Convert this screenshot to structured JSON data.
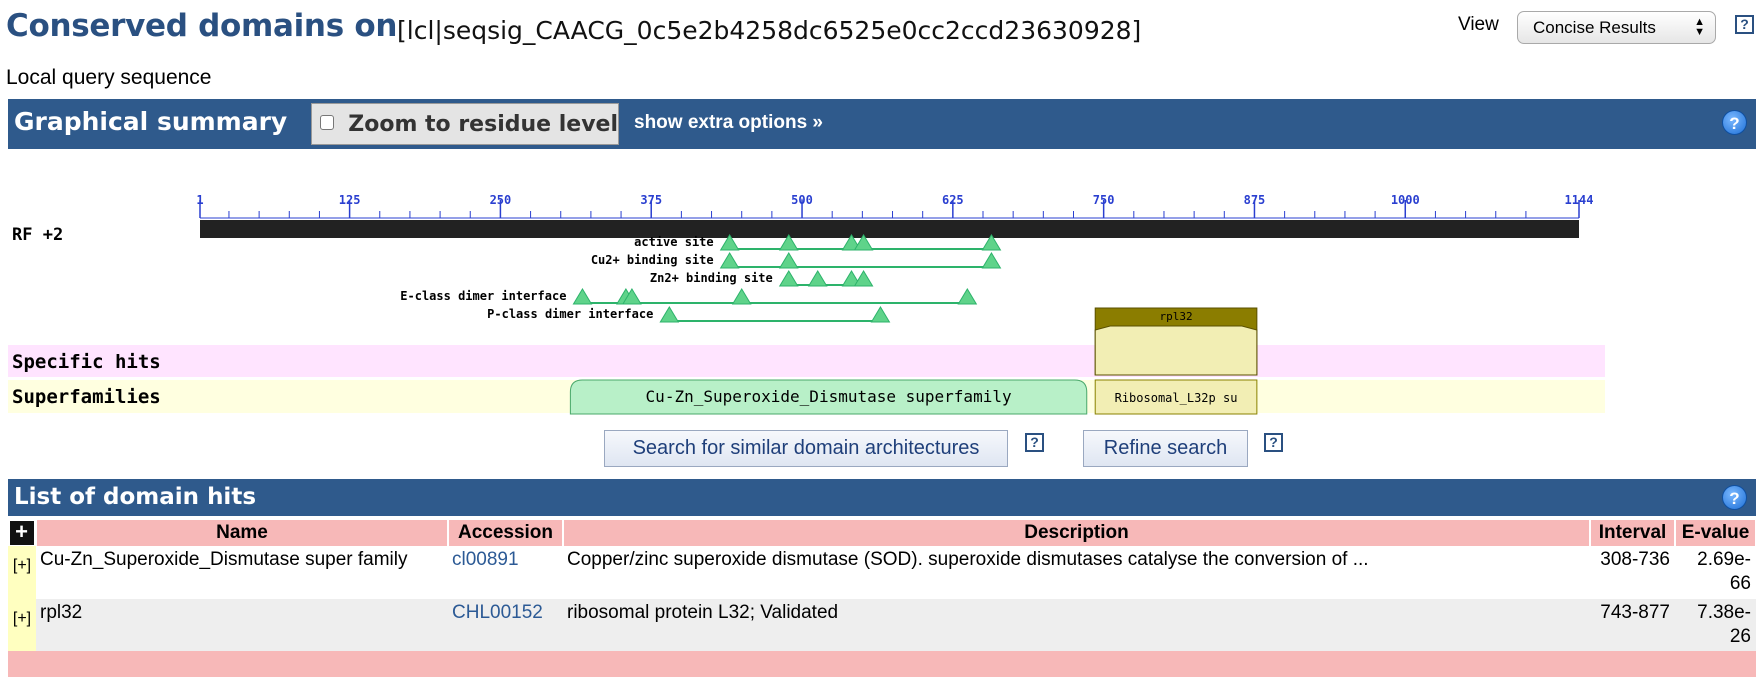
{
  "header": {
    "title": "Conserved domains on",
    "query_id": "[lcl|seqsig_CAACG_0c5e2b4258dc6525e0cc2ccd23630928]",
    "subtitle": "Local query sequence",
    "view_label": "View",
    "view_selected": "Concise Results",
    "help": "?"
  },
  "graphical_summary": {
    "title": "Graphical summary",
    "zoom_label": "Zoom to residue level",
    "zoom_checked": false,
    "extra_options": "show extra options »",
    "help": "?",
    "ruler": {
      "start": 1,
      "end": 1144,
      "ticks": [
        "1",
        "125",
        "250",
        "375",
        "500",
        "625",
        "750",
        "875",
        "1000",
        "1144"
      ],
      "frame_label": "RF +2"
    },
    "sites": [
      {
        "label": "active site",
        "positions": [
          440,
          489,
          541,
          551,
          657
        ]
      },
      {
        "label": "Cu2+ binding site",
        "positions": [
          440,
          489,
          657
        ]
      },
      {
        "label": "Zn2+ binding site",
        "positions": [
          489,
          513,
          541,
          551
        ]
      },
      {
        "label": "E-class dimer interface",
        "positions": [
          318,
          354,
          359,
          450,
          637
        ]
      },
      {
        "label": "P-class dimer interface",
        "positions": [
          390,
          565
        ]
      }
    ],
    "rows": {
      "specific_label": "Specific hits",
      "superfamilies_label": "Superfamilies"
    },
    "specific_hits": [
      {
        "label": "rpl32",
        "start": 743,
        "end": 877
      }
    ],
    "superfamilies": [
      {
        "label": "Cu-Zn_Superoxide_Dismutase superfamily",
        "start": 308,
        "end": 736,
        "color": "#b8f0c8"
      },
      {
        "label": "Ribosomal_L32p su",
        "start": 743,
        "end": 877,
        "color": "#f2eeb4"
      }
    ],
    "buttons": {
      "similar": "Search for similar domain architectures",
      "refine": "Refine search"
    }
  },
  "domain_hits": {
    "title": "List of domain hits",
    "help": "?",
    "corner": "+",
    "columns": [
      "Name",
      "Accession",
      "Description",
      "Interval",
      "E-value"
    ],
    "rows": [
      {
        "expander": "[+]",
        "name": "Cu-Zn_Superoxide_Dismutase super family",
        "accession": "cl00891",
        "description": "Copper/zinc superoxide dismutase (SOD). superoxide dismutases catalyse the conversion of ...",
        "interval": "308-736",
        "evalue": "2.69e-66"
      },
      {
        "expander": "[+]",
        "name": "rpl32",
        "accession": "CHL00152",
        "description": "ribosomal protein L32; Validated",
        "interval": "743-877",
        "evalue": "7.38e-26"
      }
    ]
  },
  "colors": {
    "title_blue": "#2a5081",
    "bar_blue": "#2f5a8c",
    "site_green": "#5fd38a",
    "site_line": "#2db36b",
    "specific_bg": "#ffe4ff",
    "superfamily_bg": "#ffffe0",
    "specific_hit": "#8b7d00",
    "table_header": "#f7b8b8"
  }
}
